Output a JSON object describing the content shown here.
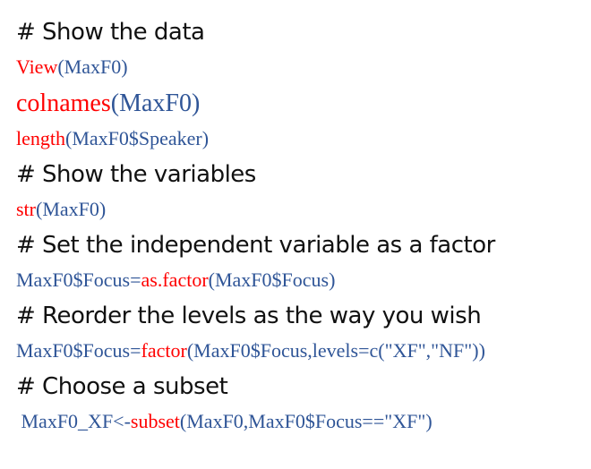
{
  "colors": {
    "comment": "#111111",
    "function": "#ff0000",
    "argument": "#2f5597",
    "background": "#ffffff"
  },
  "lines": [
    {
      "type": "comment",
      "text": "# Show the data"
    },
    {
      "type": "code",
      "parts": [
        {
          "kind": "fn",
          "text": "View"
        },
        {
          "kind": "arg",
          "text": "(MaxF0)"
        }
      ]
    },
    {
      "type": "code",
      "parts": [
        {
          "kind": "fn",
          "text": "colnames"
        },
        {
          "kind": "arg",
          "text": "(MaxF0)"
        }
      ]
    },
    {
      "type": "code",
      "parts": [
        {
          "kind": "fn",
          "text": "length"
        },
        {
          "kind": "arg",
          "text": "(MaxF0$Speaker)"
        }
      ]
    },
    {
      "type": "comment",
      "text": "# Show the variables"
    },
    {
      "type": "code",
      "parts": [
        {
          "kind": "fn",
          "text": "str"
        },
        {
          "kind": "arg",
          "text": "(MaxF0)"
        }
      ]
    },
    {
      "type": "comment",
      "text": "# Set the independent variable as a factor"
    },
    {
      "type": "code",
      "parts": [
        {
          "kind": "arg",
          "text": "MaxF0$Focus="
        },
        {
          "kind": "fn",
          "text": "as.factor"
        },
        {
          "kind": "arg",
          "text": "(MaxF0$Focus)"
        }
      ]
    },
    {
      "type": "comment",
      "text": "# Reorder the levels as the way you wish"
    },
    {
      "type": "code",
      "parts": [
        {
          "kind": "arg",
          "text": "MaxF0$Focus="
        },
        {
          "kind": "fn",
          "text": "factor"
        },
        {
          "kind": "arg",
          "text": "(MaxF0$Focus,levels=c(\"XF\",\"NF\"))"
        }
      ]
    },
    {
      "type": "comment",
      "text": "#  Choose a subset"
    },
    {
      "type": "code",
      "parts": [
        {
          "kind": "arg",
          "text": " MaxF0_XF<-"
        },
        {
          "kind": "fn",
          "text": "subset"
        },
        {
          "kind": "arg",
          "text": "(MaxF0,MaxF0$Focus==\"XF\")"
        }
      ]
    }
  ]
}
